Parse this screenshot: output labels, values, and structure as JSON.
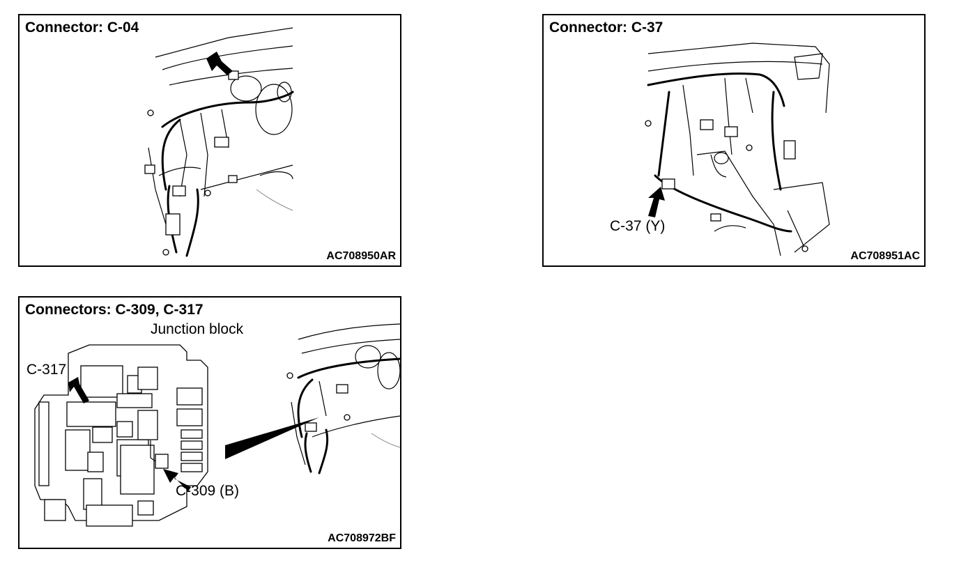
{
  "panels": {
    "c04": {
      "title": "Connector: C-04",
      "code": "AC708950AR"
    },
    "c37": {
      "title": "Connector: C-37",
      "code": "AC708951AC",
      "callout": "C-37 (Y)"
    },
    "c309": {
      "title": "Connectors: C-309, C-317",
      "code": "AC708972BF",
      "junction_label": "Junction block",
      "callout_c317": "C-317",
      "callout_c309": "C-309 (B)"
    }
  }
}
